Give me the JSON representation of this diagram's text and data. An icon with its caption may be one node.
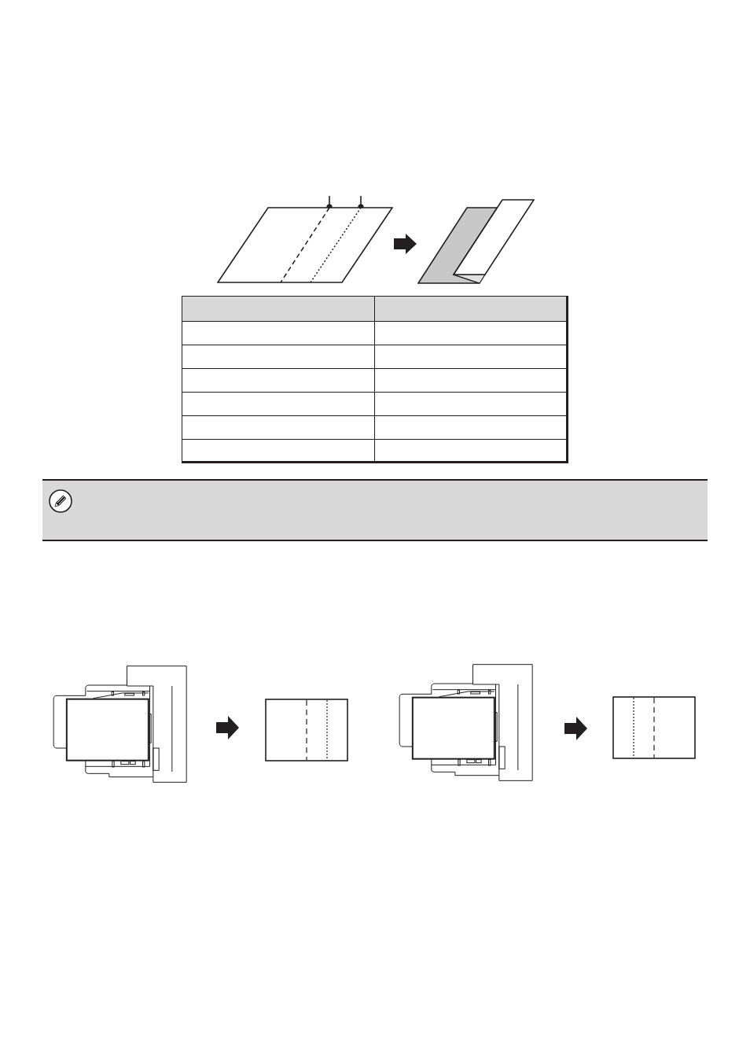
{
  "diagram": {
    "nodes": [
      {
        "text": [],
        "shape": "picture"
      },
      {
        "text": [],
        "shape": "picture"
      },
      {
        "text": [],
        "shape": "picture"
      },
      {
        "text": [],
        "shape": "picture"
      },
      {
        "text": [],
        "shape": "picture"
      },
      {
        "text": [],
        "shape": "picture"
      }
    ],
    "edges": [
      {
        "from": null,
        "to": 0,
        "arrow": "other"
      },
      {
        "from": null,
        "to": 0,
        "arrow": "other"
      },
      {
        "from": 0,
        "to": 1,
        "arrow": "to",
        "style": "thick"
      },
      {
        "from": 2,
        "to": 3,
        "arrow": "to",
        "style": "thick"
      },
      {
        "from": 4,
        "to": 5,
        "arrow": "to",
        "style": "thick"
      }
    ]
  }
}
